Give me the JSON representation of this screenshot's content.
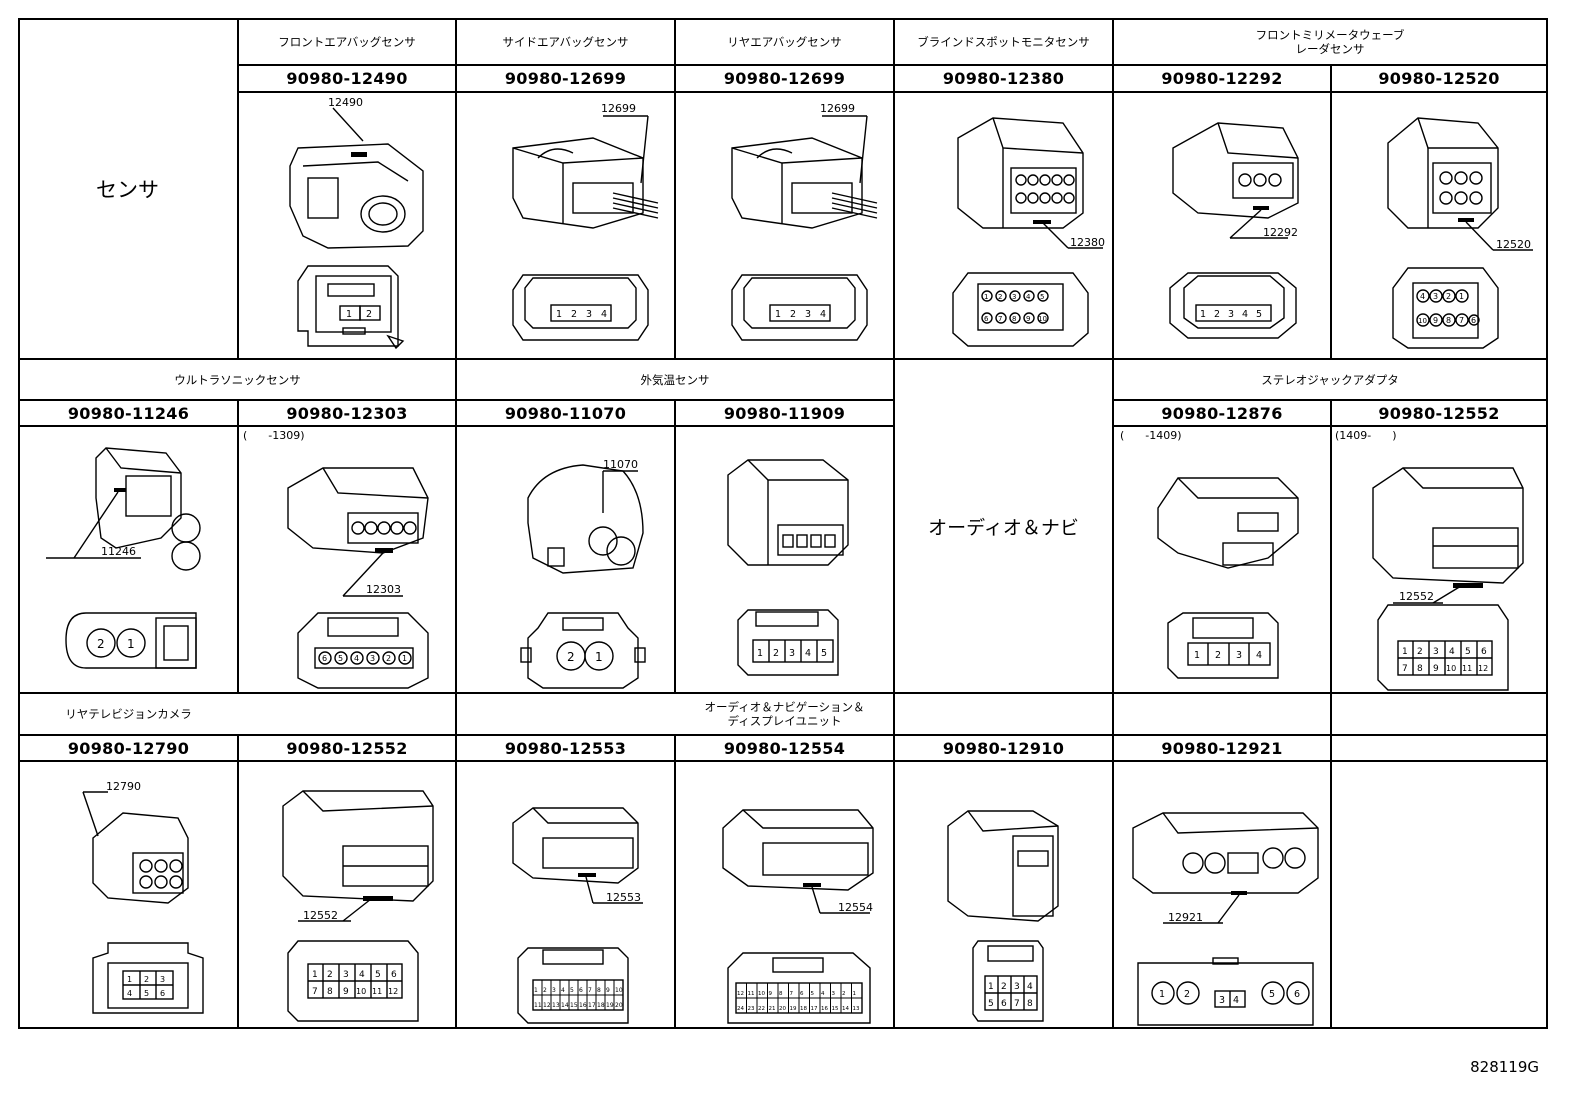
{
  "footer_code": "828119G",
  "row1": {
    "row_label": "センサ",
    "cells": [
      {
        "category": "フロントエアバッグセンサ",
        "part": "90980-12490",
        "callout": "12490",
        "pins": [
          "1",
          "2"
        ]
      },
      {
        "category": "サイドエアバッグセンサ",
        "part": "90980-12699",
        "callout": "12699",
        "pins": [
          "1",
          "2",
          "3",
          "4"
        ]
      },
      {
        "category": "リヤエアバッグセンサ",
        "part": "90980-12699",
        "callout": "12699",
        "pins": [
          "1",
          "2",
          "3",
          "4"
        ]
      },
      {
        "category": "ブラインドスポットモニタセンサ",
        "part": "90980-12380",
        "callout": "12380",
        "pins": [
          "1",
          "2",
          "3",
          "4",
          "5",
          "6",
          "7",
          "8",
          "9",
          "10"
        ]
      },
      {
        "part": "90980-12292",
        "callout": "12292",
        "pins": [
          "1",
          "2",
          "3",
          "4",
          "5"
        ]
      },
      {
        "part": "90980-12520",
        "callout": "12520",
        "pins": [
          "4",
          "3",
          "2",
          "1",
          "10",
          "9",
          "8",
          "7",
          "6",
          "5"
        ]
      }
    ],
    "merged_category": "フロントミリメータウェーブ\nレーダセンサ"
  },
  "row2": {
    "categories": {
      "ultrasonic": "ウルトラソニックセンサ",
      "outside_temp": "外気温センサ",
      "audio_navi": "オーディオ＆ナビ",
      "stereo_jack": "ステレオジャックアダプタ"
    },
    "cells": [
      {
        "part": "90980-11246",
        "callout": "11246",
        "pins": [
          "2",
          "1"
        ]
      },
      {
        "part": "90980-12303",
        "callout": "12303",
        "date": "(      -1309)",
        "pins": [
          "6",
          "5",
          "4",
          "3",
          "2",
          "1"
        ]
      },
      {
        "part": "90980-11070",
        "callout": "11070",
        "pins": [
          "2",
          "1"
        ]
      },
      {
        "part": "90980-11909",
        "pins": [
          "1",
          "2",
          "3",
          "4",
          "5"
        ]
      },
      {
        "part": "90980-12876",
        "date": "(      -1409)",
        "pins": [
          "1",
          "2",
          "3",
          "4"
        ]
      },
      {
        "part": "90980-12552",
        "callout": "12552",
        "date": "(1409-      )",
        "pins": [
          "1",
          "2",
          "3",
          "4",
          "5",
          "6",
          "7",
          "8",
          "9",
          "10",
          "11",
          "12"
        ]
      }
    ]
  },
  "row3": {
    "categories": {
      "rear_camera": "リヤテレビジョンカメラ",
      "audio_display": "オーディオ＆ナビゲーション＆\nディスプレイユニット"
    },
    "cells": [
      {
        "part": "90980-12790",
        "callout": "12790",
        "pins": [
          "1",
          "2",
          "3",
          "4",
          "5",
          "6"
        ]
      },
      {
        "part": "90980-12552",
        "callout": "12552",
        "pins": [
          "1",
          "2",
          "3",
          "4",
          "5",
          "6",
          "7",
          "8",
          "9",
          "10",
          "11",
          "12"
        ]
      },
      {
        "part": "90980-12553",
        "callout": "12553",
        "pins": [
          "1",
          "2",
          "3",
          "4",
          "5",
          "6",
          "7",
          "8",
          "9",
          "10",
          "11",
          "12",
          "13",
          "14",
          "15",
          "16",
          "17",
          "18",
          "19",
          "20"
        ]
      },
      {
        "part": "90980-12554",
        "callout": "12554",
        "pins": [
          "12",
          "11",
          "10",
          "9",
          "8",
          "7",
          "6",
          "5",
          "4",
          "3",
          "2",
          "1",
          "24",
          "23",
          "22",
          "21",
          "20",
          "19",
          "18",
          "17",
          "16",
          "15",
          "14",
          "13"
        ]
      },
      {
        "part": "90980-12910",
        "pins": [
          "1",
          "2",
          "3",
          "4",
          "5",
          "6",
          "7",
          "8"
        ]
      },
      {
        "part": "90980-12921",
        "callout": "12921",
        "pins": [
          "1",
          "2",
          "3",
          "4",
          "5",
          "6"
        ]
      }
    ]
  }
}
